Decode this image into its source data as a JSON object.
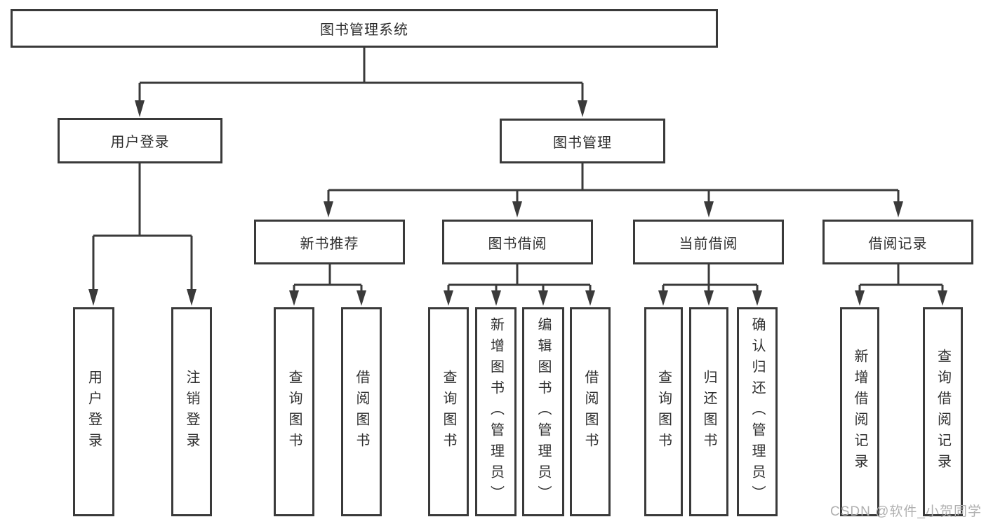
{
  "colors": {
    "line": "#3a3a3a",
    "text": "#2f2f2f",
    "watermark": "#b0b0b0"
  },
  "tree": {
    "root": {
      "label": "图书管理系统"
    },
    "user_login": {
      "label": "用户登录",
      "children": {
        "login": {
          "label": "用户登录"
        },
        "logout": {
          "label": "注销登录"
        }
      }
    },
    "book_management": {
      "label": "图书管理",
      "sections": {
        "new_books": {
          "label": "新书推荐",
          "children": {
            "query": {
              "label": "查询图书"
            },
            "borrow": {
              "label": "借阅图书"
            }
          }
        },
        "borrowing": {
          "label": "图书借阅",
          "children": {
            "query": {
              "label": "查询图书"
            },
            "add": {
              "label": "新增图书（管理员）"
            },
            "edit": {
              "label": "编辑图书（管理员）"
            },
            "borrow": {
              "label": "借阅图书"
            }
          }
        },
        "current": {
          "label": "当前借阅",
          "children": {
            "query": {
              "label": "查询图书"
            },
            "return": {
              "label": "归还图书"
            },
            "confirm": {
              "label": "确认归还（管理员）"
            }
          }
        },
        "records": {
          "label": "借阅记录",
          "children": {
            "add": {
              "label": "新增借阅记录"
            },
            "query": {
              "label": "查询借阅记录"
            }
          }
        }
      }
    }
  },
  "watermark": {
    "text": "CSDN @软件_小贺同学"
  }
}
